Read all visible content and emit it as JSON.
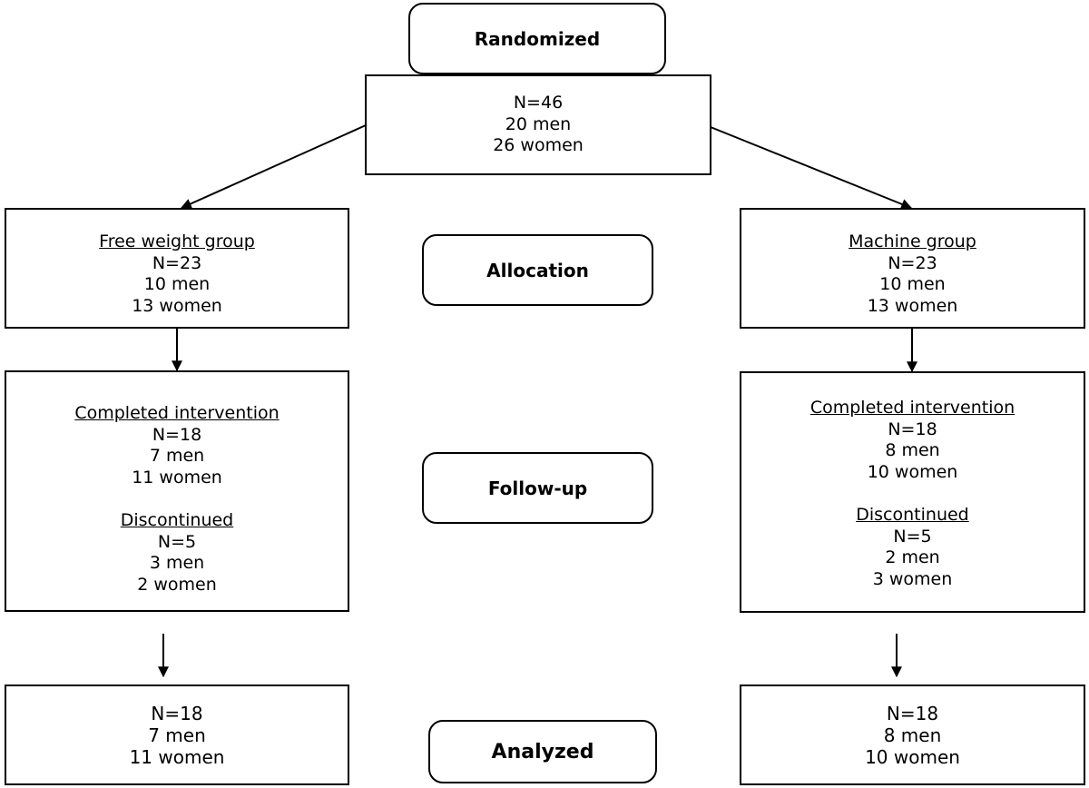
{
  "stages": {
    "randomized": "Randomized",
    "allocation": "Allocation",
    "follow_up": "Follow-up",
    "analyzed": "Analyzed"
  },
  "randomized_box": {
    "n": "N=46",
    "men": "20 men",
    "women": "26 women"
  },
  "left": {
    "group": {
      "title": "Free weight group",
      "n": "N=23",
      "men": "10 men",
      "women": "13 women"
    },
    "followup": {
      "completed_title": "Completed intervention",
      "completed_n": "N=18",
      "completed_men": "7 men",
      "completed_women": "11 women",
      "discontinued_title": "Discontinued",
      "discontinued_n": "N=5",
      "discontinued_men": "3 men",
      "discontinued_women": "2 women"
    },
    "analyzed": {
      "n": "N=18",
      "men": "7 men",
      "women": "11 women"
    }
  },
  "right": {
    "group": {
      "title": "Machine group",
      "n": "N=23",
      "men": "10 men",
      "women": "13 women"
    },
    "followup": {
      "completed_title": "Completed intervention",
      "completed_n": "N=18",
      "completed_men": "8 men",
      "completed_women": "10 women",
      "discontinued_title": "Discontinued",
      "discontinued_n": "N=5",
      "discontinued_men": "2 men",
      "discontinued_women": "3 women"
    },
    "analyzed": {
      "n": "N=18",
      "men": "8 men",
      "women": "10 women"
    }
  }
}
